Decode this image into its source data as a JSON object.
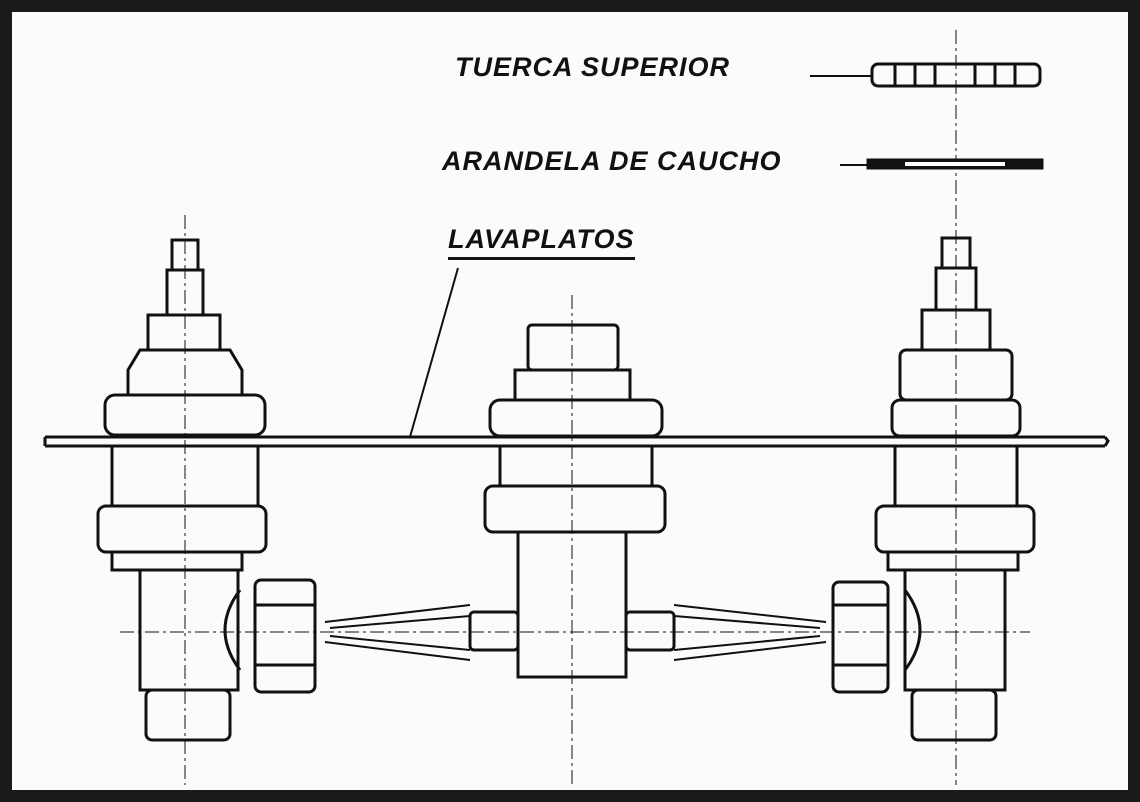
{
  "diagram": {
    "labels": {
      "top_nut": "TUERCA SUPERIOR",
      "rubber_washer": "ARANDELA DE CAUCHO",
      "sink": "LAVAPLATOS"
    },
    "colors": {
      "frame": "#1a1a1a",
      "paper": "#fbfbfb",
      "ink": "#111111"
    }
  }
}
